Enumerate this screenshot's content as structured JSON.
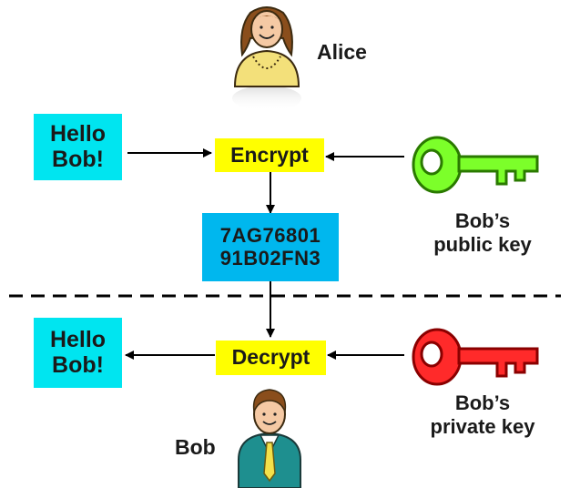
{
  "people": {
    "alice": "Alice",
    "bob": "Bob"
  },
  "encrypt_section": {
    "plaintext": [
      "Hello",
      "Bob!"
    ],
    "operation": "Encrypt",
    "key_label": [
      "Bob’s",
      "public key"
    ],
    "key_icon": "key-icon",
    "key_color": "#33ee00"
  },
  "ciphertext": [
    "7AG76801",
    "91B02FN3"
  ],
  "decrypt_section": {
    "plaintext": [
      "Hello",
      "Bob!"
    ],
    "operation": "Decrypt",
    "key_label": [
      "Bob’s",
      "private key"
    ],
    "key_icon": "key-icon",
    "key_color": "#ee1111"
  },
  "colors": {
    "plaintext_box": "#00e5f0",
    "operation_box": "#ffff00",
    "ciphertext_box": "#00b7ee"
  }
}
